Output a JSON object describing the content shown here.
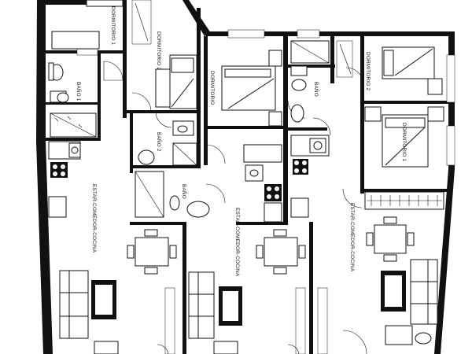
{
  "rooms": {
    "left_dorm1": "DORMITORIO 1",
    "left_dorm2": "DORMITORIO 2",
    "left_bath1": "BAÑO 1",
    "left_bath2": "BAÑO 2",
    "left_bath": "BAÑO",
    "left_living": "ESTAR-COMEDOR-COCINA",
    "mid_dorm": "DORMITORIO",
    "mid_living": "ESTAR-COMEDOR-COCINA",
    "right_bath": "BAÑO",
    "right_dorm2": "DORMITORIO 2",
    "right_dorm1": "DORMITORIO 1",
    "right_living": "ESTAR-COMEDOR-COCINA"
  }
}
